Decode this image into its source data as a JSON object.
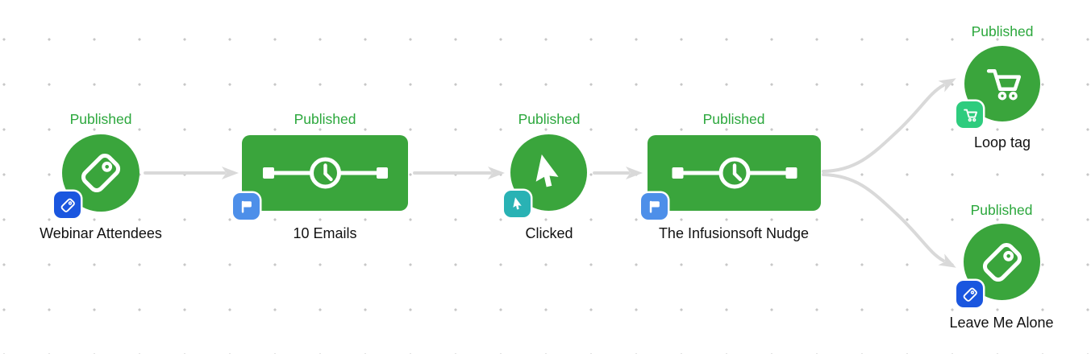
{
  "canvas": {
    "name": "Campaign builder canvas"
  },
  "colors": {
    "node_green": "#3aa53c",
    "published_green": "#2ba73c",
    "connector_gray": "#d9d9d9",
    "grid_dot_gray": "#c7c7c7",
    "badge_tag_blue": "#1a56df",
    "badge_flag_blue": "#4d8fe9",
    "badge_cursor_teal": "#29b2b4",
    "badge_cart_green": "#2ecc7e",
    "label_black": "#111111"
  },
  "nodes": [
    {
      "label": "Webinar Attendees",
      "status": "Published",
      "shape": "circle",
      "icon": "tag-icon",
      "badge_icon": "tag-icon"
    },
    {
      "label": "10 Emails",
      "status": "Published",
      "shape": "rect",
      "icon": "sequence-timer-icon",
      "badge_icon": "flag-icon"
    },
    {
      "label": "Clicked",
      "status": "Published",
      "shape": "circle",
      "icon": "cursor-icon",
      "badge_icon": "cursor-icon"
    },
    {
      "label": "The Infusionsoft Nudge",
      "status": "Published",
      "shape": "rect",
      "icon": "sequence-timer-icon",
      "badge_icon": "flag-icon"
    },
    {
      "label": "Loop tag",
      "status": "Published",
      "shape": "circle",
      "icon": "cart-icon",
      "badge_icon": "cart-icon"
    },
    {
      "label": "Leave Me Alone",
      "status": "Published",
      "shape": "circle",
      "icon": "tag-icon",
      "badge_icon": "tag-icon"
    }
  ]
}
